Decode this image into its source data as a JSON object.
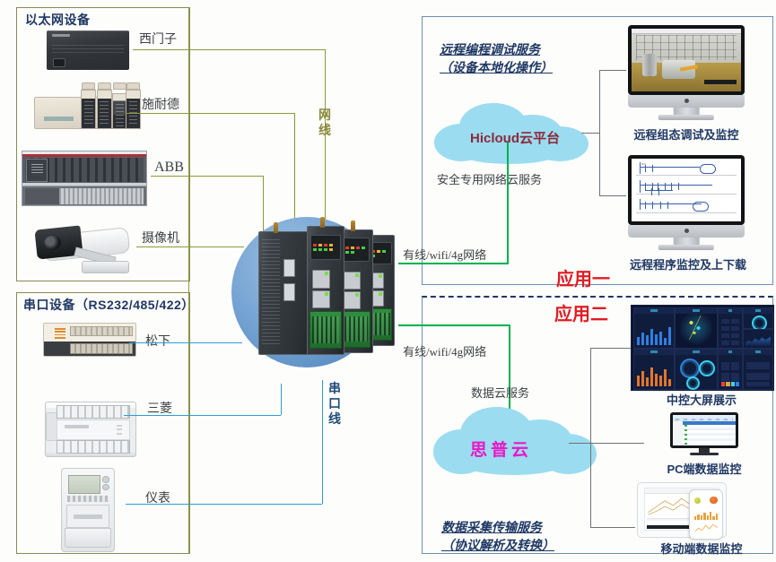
{
  "diagram": {
    "title_hidden": "",
    "panels": {
      "ethernet": {
        "title": "以太网设备"
      },
      "serial": {
        "title": "串口设备（RS232/485/422）"
      }
    },
    "ethernet_devices": [
      {
        "label": "西门子",
        "icon": "siemens-plc-icon"
      },
      {
        "label": "施耐德",
        "icon": "schneider-plc-icon"
      },
      {
        "label": "ABB",
        "icon": "abb-rack-icon"
      },
      {
        "label": "摄像机",
        "icon": "ip-camera-icon"
      }
    ],
    "serial_devices": [
      {
        "label": "松下",
        "icon": "panasonic-plc-icon"
      },
      {
        "label": "三菱",
        "icon": "mitsubishi-plc-icon"
      },
      {
        "label": "仪表",
        "icon": "power-meter-icon"
      }
    ],
    "cable_labels": {
      "ethernet_cable": "网线",
      "serial_cable": "串口线"
    },
    "gateway": {
      "name": "edge-gateway-cluster",
      "unit_count": 4
    },
    "uplinks": [
      {
        "label": "有线/wifi/4g网络"
      },
      {
        "label": "有线/wifi/4g网络"
      }
    ],
    "app_one": {
      "tag": "应用一",
      "service_title_line1": "远程编程调试服务",
      "service_title_line2": "（设备本地化操作）",
      "cloud_name": "Hicloud云平台",
      "cloud_sub": "安全专用网络云服务",
      "endpoints": [
        {
          "caption": "远程组态调试及监控",
          "icon": "imac-hmi-screen"
        },
        {
          "caption": "远程程序监控及上下载",
          "icon": "imac-ladder-screen"
        }
      ]
    },
    "app_two": {
      "tag": "应用二",
      "service_title_line1": "数据采集传输服务",
      "service_title_line2": "（协议解析及转换）",
      "cloud_name": "思普云",
      "cloud_sub": "数据云服务",
      "endpoints": [
        {
          "caption": "中控大屏展示",
          "icon": "bi-dashboard-screen"
        },
        {
          "caption": "PC端数据监控",
          "icon": "pc-monitor-table-screen"
        },
        {
          "caption": "移动端数据监控",
          "icon": "tablet-phone-screen"
        }
      ]
    },
    "colors": {
      "panel_border": "#8a8a5a",
      "app_border": "#6f8fb0",
      "ethernet_line": "#8a9a3d",
      "serial_line": "#2a9fd6",
      "uplink_line": "#00b050",
      "title_blue": "#1f3864",
      "app_tag_red": "#e01b24",
      "cloud_fill": "#9bdcf0",
      "hicloud_text": "#8c2a3a",
      "sipu_text": "#e818c8"
    }
  }
}
